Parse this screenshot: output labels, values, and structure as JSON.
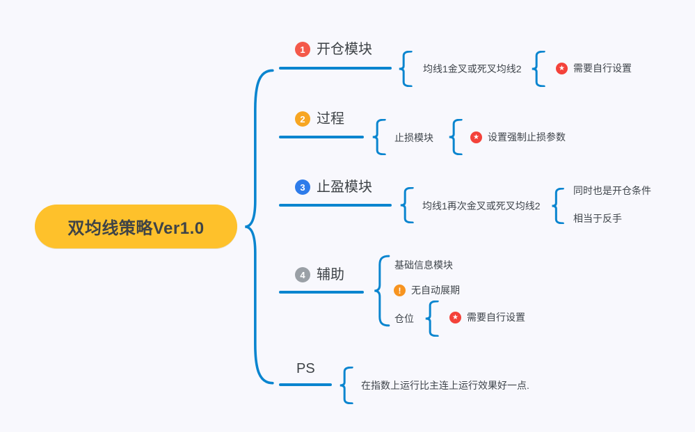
{
  "root": {
    "label": "双均线策略Ver1.0"
  },
  "icons": {
    "star_glyph": "★",
    "warning_glyph": "!"
  },
  "branches": [
    {
      "number": "1",
      "label": "开仓模块",
      "child_text": "均线1金叉或死叉均线2",
      "leaf_text": "需要自行设置"
    },
    {
      "number": "2",
      "label": "过程",
      "child_text": "止损模块",
      "leaf_text": "设置强制止损参数"
    },
    {
      "number": "3",
      "label": "止盈模块",
      "child_text": "均线1再次金叉或死叉均线2",
      "leaves": [
        "同时也是开仓条件",
        "相当于反手"
      ]
    },
    {
      "number": "4",
      "label": "辅助",
      "children": [
        {
          "text": "基础信息模块"
        },
        {
          "text": "无自动展期"
        },
        {
          "text": "仓位",
          "leaf_text": "需要自行设置"
        }
      ]
    },
    {
      "label": "PS",
      "child_text": "在指数上运行比主连上运行效果好一点."
    }
  ],
  "colors": {
    "bg": "#f8f8fd",
    "line_blue": "#0a85cf",
    "root_bg": "#fec12b",
    "title_text": "#3e4347",
    "child_text": "#3f454b",
    "badge_1": "#f4594a",
    "badge_2": "#f7a622",
    "badge_3": "#2e7cea",
    "badge_4": "#9aa0a6",
    "star_bg": "#f4423a",
    "warning_bg": "#f79420"
  }
}
